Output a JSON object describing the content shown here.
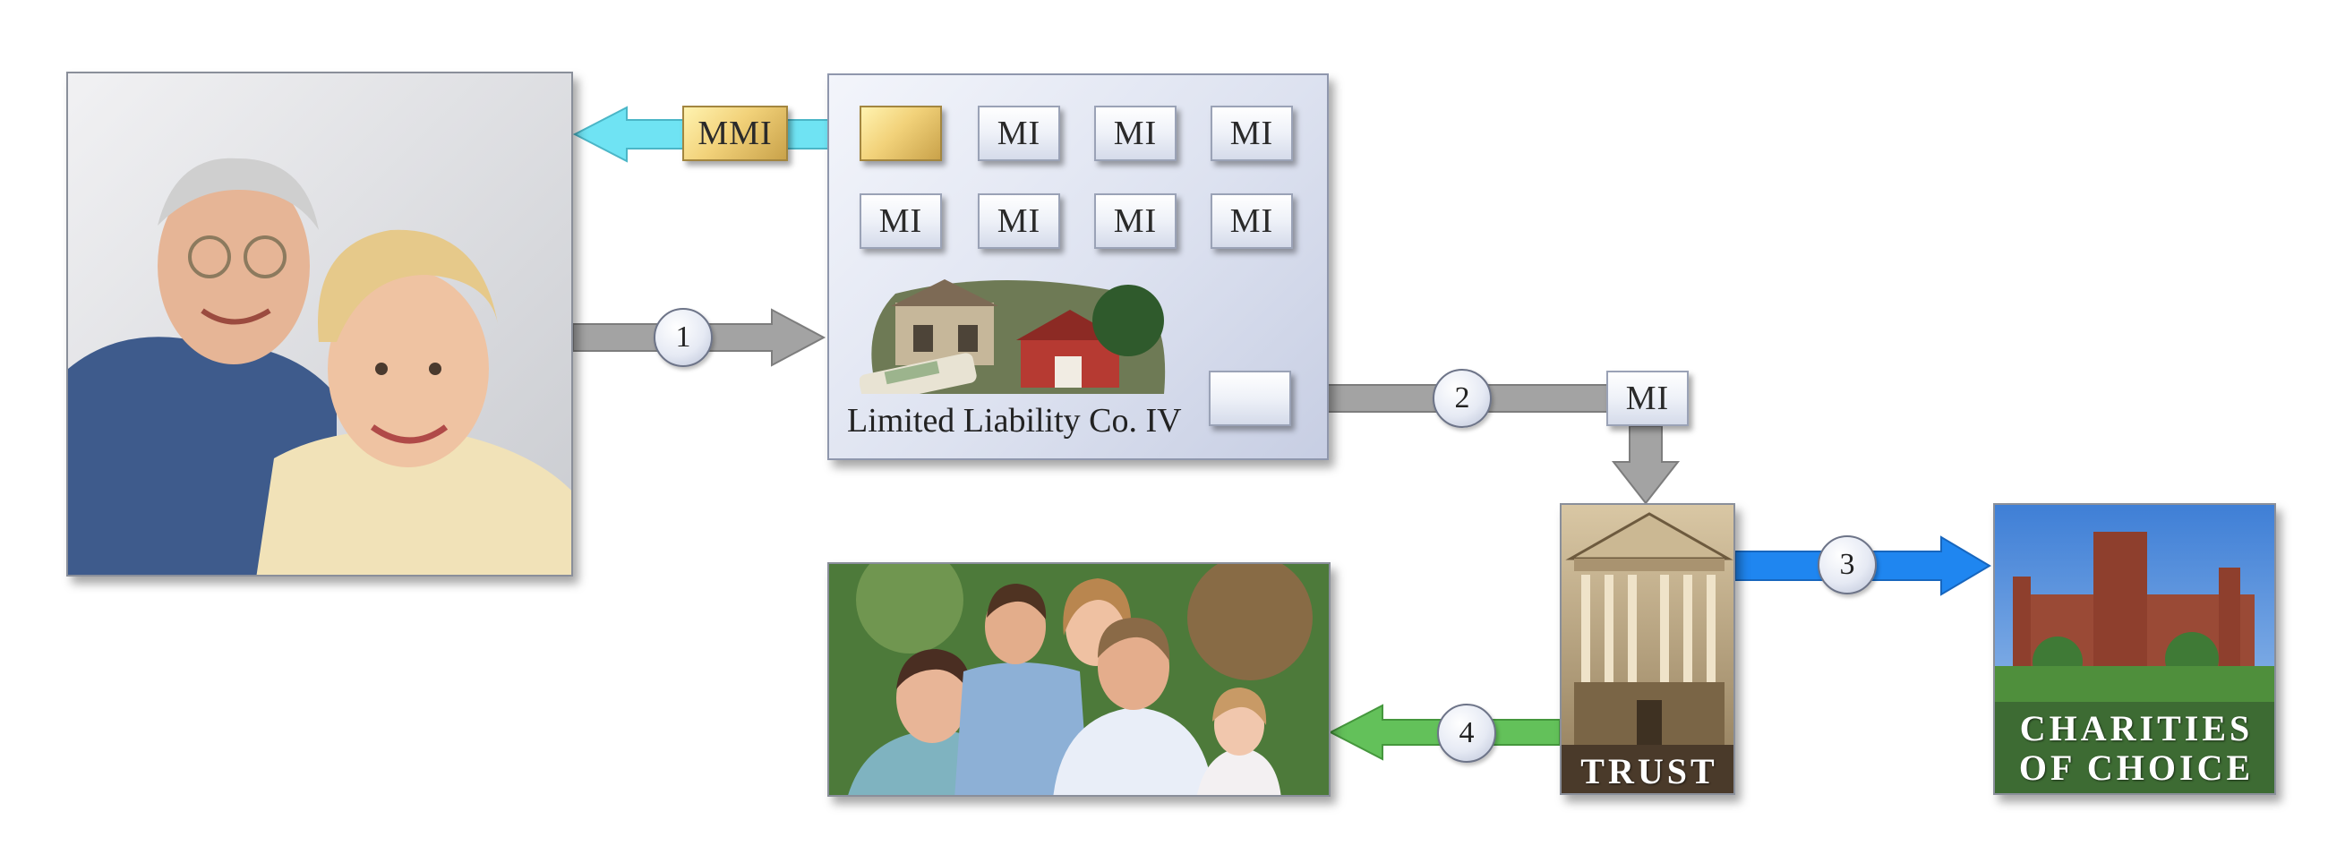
{
  "llc": {
    "label": "Limited Liability Co. IV",
    "mmi_label": "MMI",
    "mi_labels": [
      "MI",
      "MI",
      "MI",
      "MI",
      "MI",
      "MI",
      "MI"
    ]
  },
  "flow": {
    "step1": "1",
    "step2": "2",
    "step3": "3",
    "step4": "4",
    "mi_transfer": "MI"
  },
  "trust": {
    "label": "TRUST"
  },
  "charities": {
    "line1": "CHARITIES",
    "line2": "OF CHOICE"
  },
  "colors": {
    "gray_arrow": "#a3a3a3",
    "cyan_arrow": "#6fe3f3",
    "blue_arrow": "#1f86f0",
    "green_arrow": "#63c15a"
  }
}
